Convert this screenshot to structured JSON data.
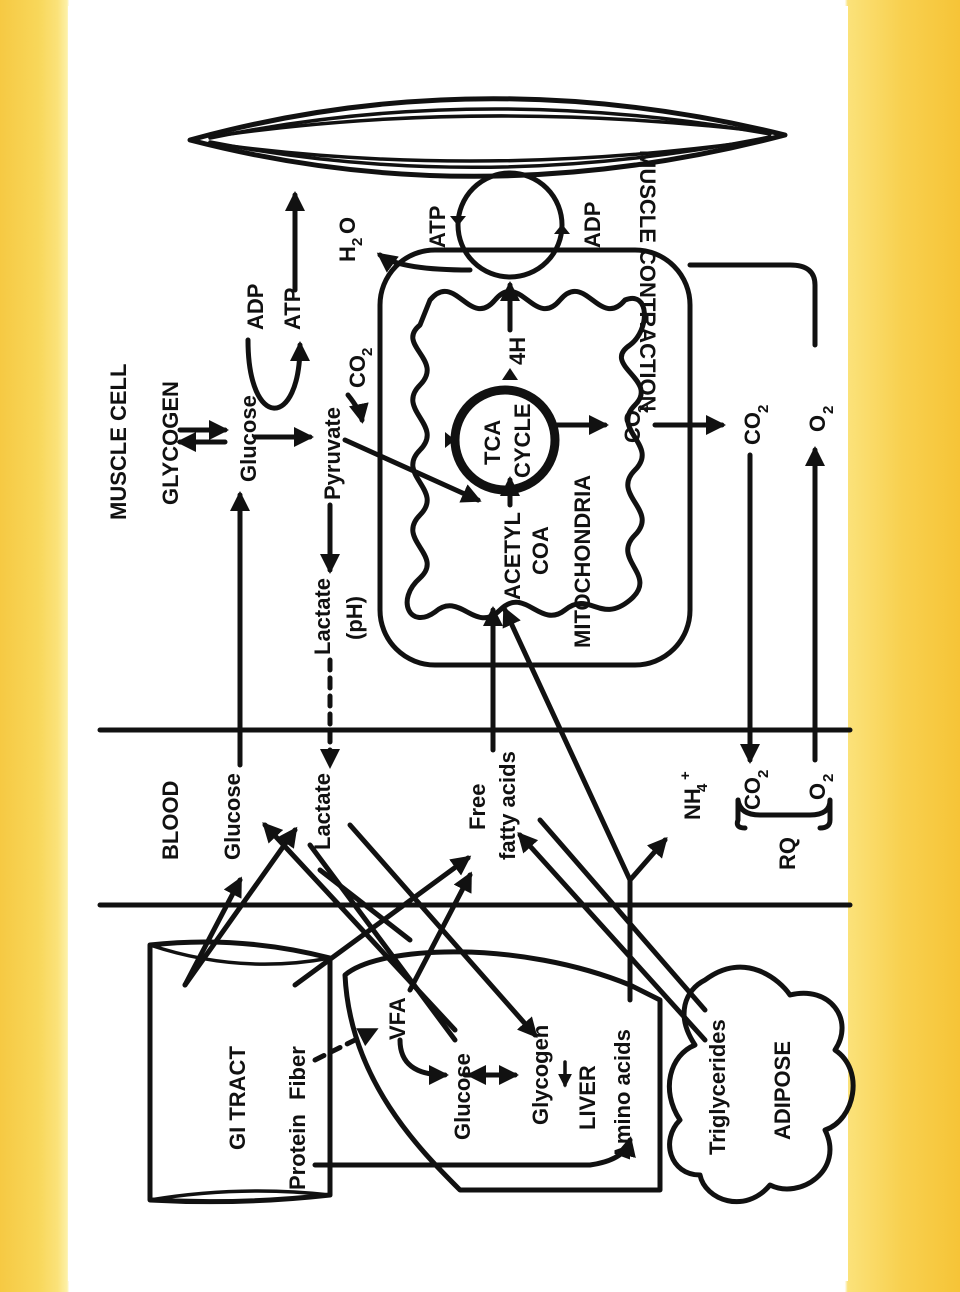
{
  "sections": {
    "muscle_cell": "MUSCLE CELL",
    "blood": "BLOOD",
    "gi_tract": "GI TRACT",
    "liver": "LIVER",
    "adipose": "ADIPOSE",
    "mitochondria": "MITOCHONDRIA",
    "muscle_contraction": "MUSCLE CONTRACTION"
  },
  "muscle": {
    "glycogen": "GLYCOGEN",
    "glucose": "Glucose",
    "pyruvate": "Pyruvate",
    "lactate": "Lactate",
    "ph": "(pH)",
    "adp": "ADP",
    "atp": "ATP",
    "co2": "CO",
    "h2o": "H",
    "h2o_o": "O",
    "sub2": "2"
  },
  "mito": {
    "tca": "TCA",
    "cycle": "CYCLE",
    "acetyl": "ACETYL",
    "coa": "COA",
    "fourh": "4H",
    "co2": "CO",
    "sub2": "2"
  },
  "contraction": {
    "atp": "ATP",
    "adp": "ADP"
  },
  "gas": {
    "co2": "CO",
    "o2": "O",
    "sub2": "2"
  },
  "blood": {
    "glucose": "Glucose",
    "lactate": "Lactate",
    "free": "Free",
    "fatty_acids": "fatty acids",
    "nh4": "NH",
    "nh4_sub": "4",
    "nh4_sup": "+",
    "co2": "CO",
    "o2": "O",
    "sub2": "2",
    "rq": "RQ"
  },
  "gi": {
    "protein": "Protein",
    "fiber": "Fiber",
    "vfa": "VFA"
  },
  "liver": {
    "glucose": "Glucose",
    "glycogen": "Glycogen",
    "amino_acids": "Amino acids"
  },
  "adipose": {
    "triglycerides": "Triglycerides"
  }
}
